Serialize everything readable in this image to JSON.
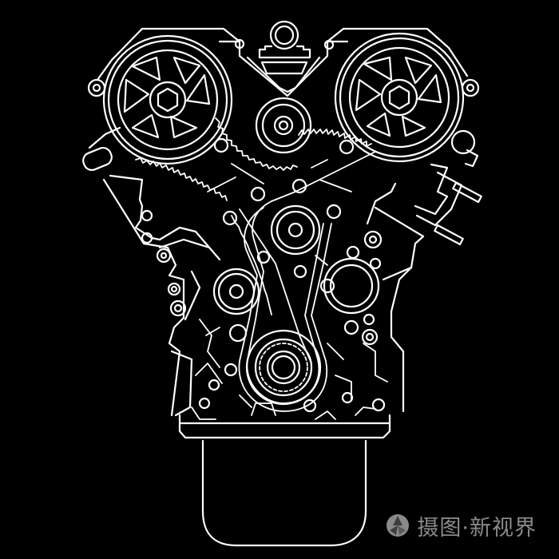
{
  "image": {
    "subject": "engine front view line drawing",
    "style": "white line art on black background",
    "colors": {
      "background": "#000000",
      "line": "#ffffff",
      "watermark": "#8a8a8a"
    }
  },
  "watermark": {
    "icon": "camera-aperture-icon",
    "text": "摄图·新视界"
  }
}
